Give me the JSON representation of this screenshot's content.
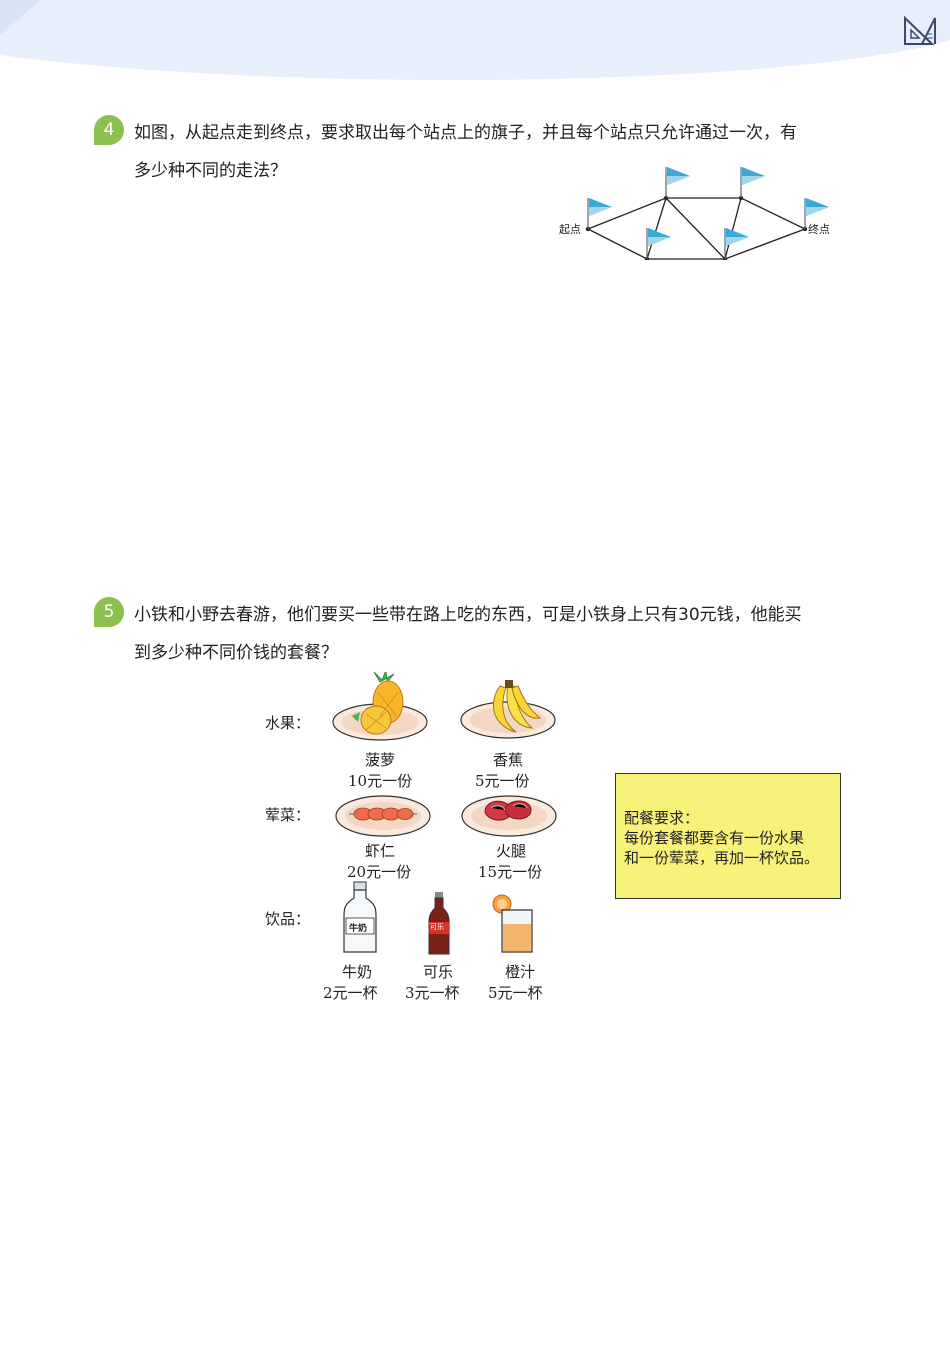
{
  "q4": {
    "number": "4",
    "line1": "如图，从起点走到终点，要求取出每个站点上的旗子，并且每个站点只允许通过一次，有",
    "line2": "多少种不同的走法？",
    "start_label": "起点",
    "end_label": "终点"
  },
  "q5": {
    "number": "5",
    "line1": "小铁和小野去春游，他们要买一些带在路上吃的东西，可是小铁身上只有30元钱，他能买",
    "line2": "到多少种不同价钱的套餐？",
    "categories": {
      "fruit": "水果：",
      "meat": "荤菜：",
      "drink": "饮品："
    },
    "items": {
      "pineapple": {
        "name": "菠萝",
        "price": "10元一份"
      },
      "banana": {
        "name": "香蕉",
        "price": "5元一份"
      },
      "shrimp": {
        "name": "虾仁",
        "price": "20元一份"
      },
      "ham": {
        "name": "火腿",
        "price": "15元一份"
      },
      "milk": {
        "name": "牛奶",
        "price": "2元一杯",
        "bottle_label": "牛奶"
      },
      "cola": {
        "name": "可乐",
        "price": "3元一杯",
        "bottle_label": "可乐"
      },
      "juice": {
        "name": "橙汁",
        "price": "5元一杯"
      }
    },
    "rule": {
      "title": "配餐要求：",
      "line1": "每份套餐都要含有一份水果",
      "line2": "和一份荤菜，再加一杯饮品。"
    }
  },
  "colors": {
    "badge": "#8cc152",
    "header_wave": "#e3eefb",
    "flag": "#3aa8d8",
    "rule_box": "#f6f27a"
  }
}
